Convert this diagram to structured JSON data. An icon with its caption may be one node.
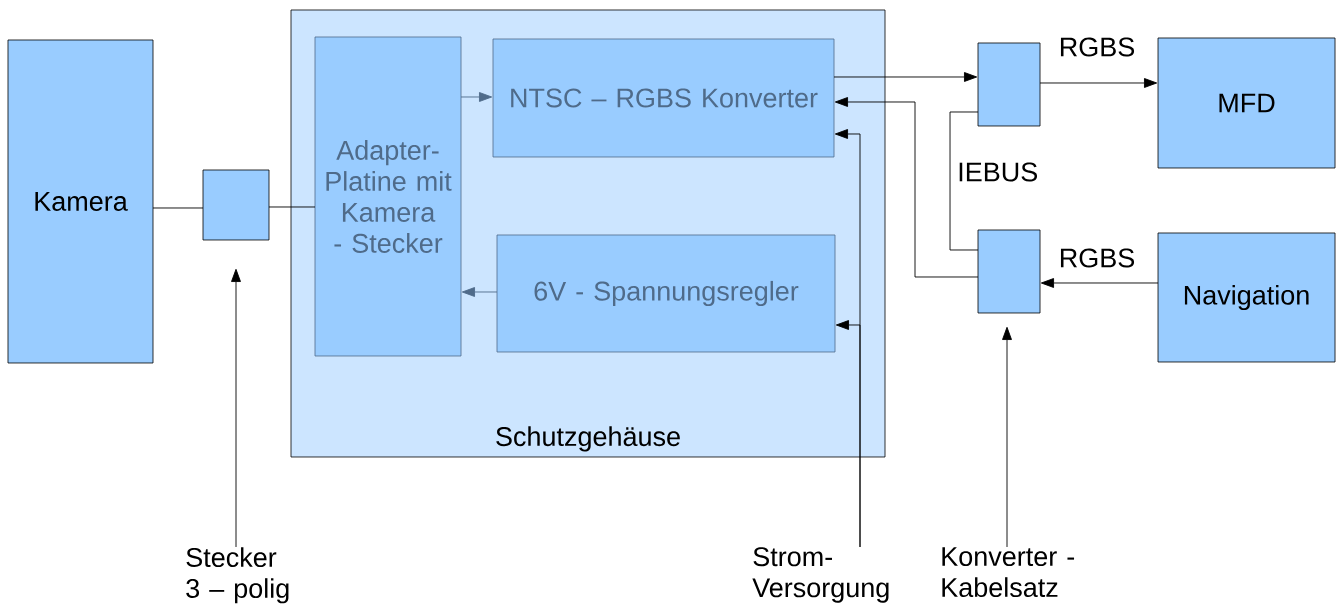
{
  "diagram": {
    "nodes": [
      {
        "text": [
          "Kamera"
        ]
      },
      {
        "text": [],
        "shape": "box"
      },
      {
        "text": [
          "Schutzgehäuse"
        ]
      },
      {
        "text": [
          "Adapter-Platine mit Kamera - Stecker"
        ],
        "in": 2
      },
      {
        "text": [
          "NTSC – RGBS Konverter"
        ],
        "in": 2
      },
      {
        "text": [
          "6V - Spannungsregler"
        ],
        "in": 2
      },
      {
        "text": [],
        "shape": "box"
      },
      {
        "text": [
          "MFD"
        ]
      },
      {
        "text": [],
        "shape": "box"
      },
      {
        "text": [
          "Navigation"
        ]
      },
      {
        "text": [
          "Stecker 3 – polig"
        ]
      },
      {
        "text": [
          "Strom-Versorgung"
        ]
      },
      {
        "text": [
          "Konverter - Kabelsatz"
        ]
      }
    ],
    "edges": [
      {
        "from": 0,
        "to": 1,
        "arrow": "none"
      },
      {
        "from": 1,
        "to": 3,
        "arrow": "none"
      },
      {
        "from": 3,
        "to": 4,
        "arrow": "to",
        "color": "#4f6b8a"
      },
      {
        "from": 5,
        "to": 3,
        "arrow": "to",
        "color": "#4f6b8a"
      },
      {
        "from": 4,
        "to": 6,
        "arrow": "to"
      },
      {
        "from": 8,
        "to": 4,
        "arrow": "to"
      },
      {
        "from": 8,
        "to": 6,
        "arrow": "none",
        "label": "IEBUS"
      },
      {
        "from": 6,
        "to": 7,
        "arrow": "to",
        "label": "RGBS"
      },
      {
        "from": 9,
        "to": 8,
        "arrow": "to",
        "label": "RGBS"
      },
      {
        "from": 10,
        "to": 1,
        "arrow": "to"
      },
      {
        "from": 11,
        "to": 4,
        "arrow": "to"
      },
      {
        "from": 11,
        "to": 5,
        "arrow": "to"
      },
      {
        "from": 12,
        "to": 8,
        "arrow": "to"
      }
    ]
  }
}
